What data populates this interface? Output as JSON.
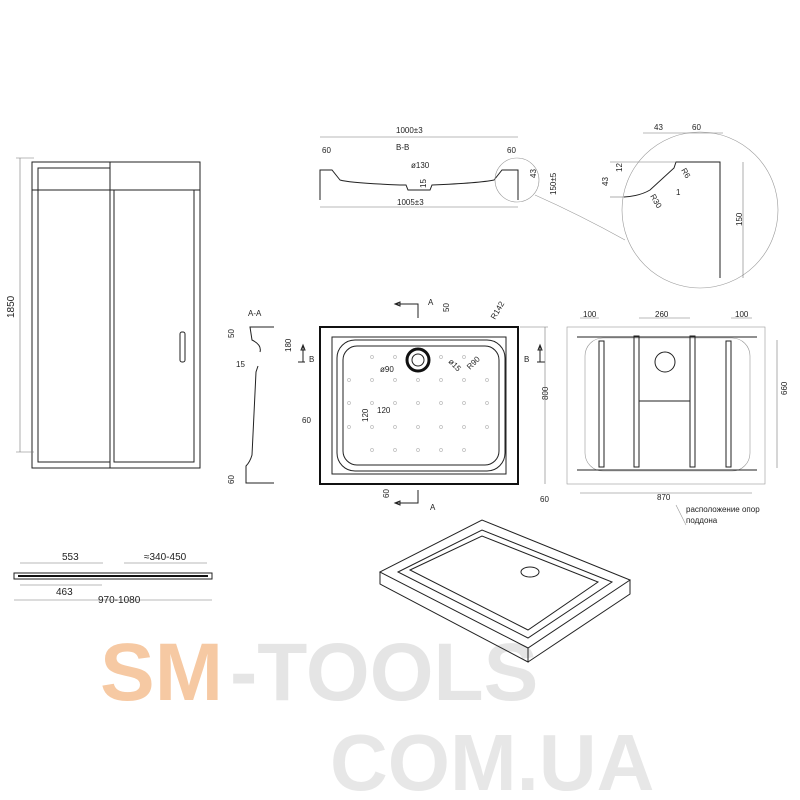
{
  "door": {
    "height": "1850"
  },
  "door_plan": {
    "dim_553": "553",
    "dim_range": "≈340-450",
    "dim_463": "463",
    "dim_total": "970-1080"
  },
  "section_bb": {
    "title": "B-B",
    "width_top": "1000±3",
    "width_bottom": "1005±3",
    "left_rim": "60",
    "right_rim": "60",
    "drain": "ø130",
    "depth_drain": "15",
    "rim_height": "43",
    "height": "150±5"
  },
  "detail": {
    "d43_top": "43",
    "d60": "60",
    "d12": "12",
    "d43_side": "43",
    "r6": "R6",
    "r30": "R30",
    "one": "1",
    "d150": "150"
  },
  "section_aa": {
    "title": "A-A",
    "d50": "50",
    "d15": "15",
    "d60": "60"
  },
  "plan": {
    "section_a": "A",
    "section_b": "B",
    "d50": "50",
    "r142": "R142",
    "d180": "180",
    "d90": "ø90",
    "d15": "ø15",
    "r90": "R90",
    "d800": "800",
    "d60_left": "60",
    "d120_h": "120",
    "d120_v": "120",
    "d60_bottom": "60",
    "d60_right": "60"
  },
  "supports": {
    "d100_left": "100",
    "d260": "260",
    "d100_right": "100",
    "d660": "660",
    "d870": "870",
    "note_line1": "расположение опор",
    "note_line2": "поддона"
  },
  "watermark": {
    "part1": "SM",
    "part2": "-TOOLS",
    "part3": "COM.UA",
    "color1": "#f6c9a3",
    "color2": "#d9d9d9"
  }
}
